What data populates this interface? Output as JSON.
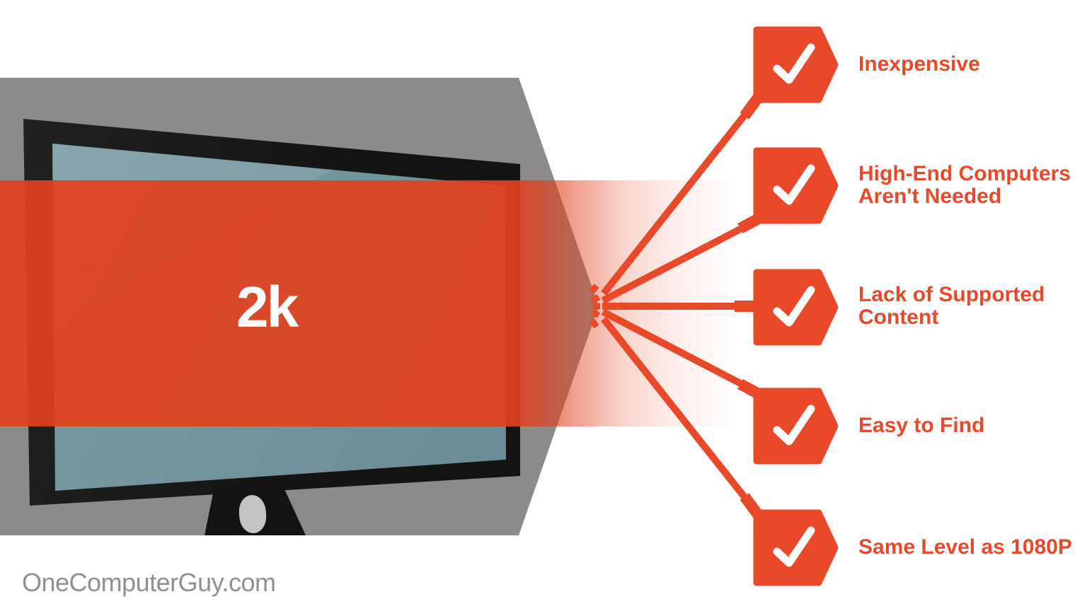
{
  "infographic": {
    "monitor_label": "2k",
    "watermark": "OneComputerGuy.com",
    "benefits": [
      {
        "lines": [
          "Inexpensive"
        ]
      },
      {
        "lines": [
          "High-End Computers",
          "Aren't Needed"
        ]
      },
      {
        "lines": [
          "Lack of Supported",
          "Content"
        ]
      },
      {
        "lines": [
          "Easy to Find"
        ]
      },
      {
        "lines": [
          "Same Level as 1080P"
        ]
      }
    ]
  },
  "icons": {
    "badge": "check-badge",
    "checkmark": "checkmark-icon"
  },
  "colors": {
    "accent": "#E8492B",
    "band": "#E2411F",
    "gray": "#8B8B8B",
    "screen": "#6E8F99",
    "bezel": "#161616",
    "watermark": "#909090",
    "check": "#FFFFFF"
  }
}
